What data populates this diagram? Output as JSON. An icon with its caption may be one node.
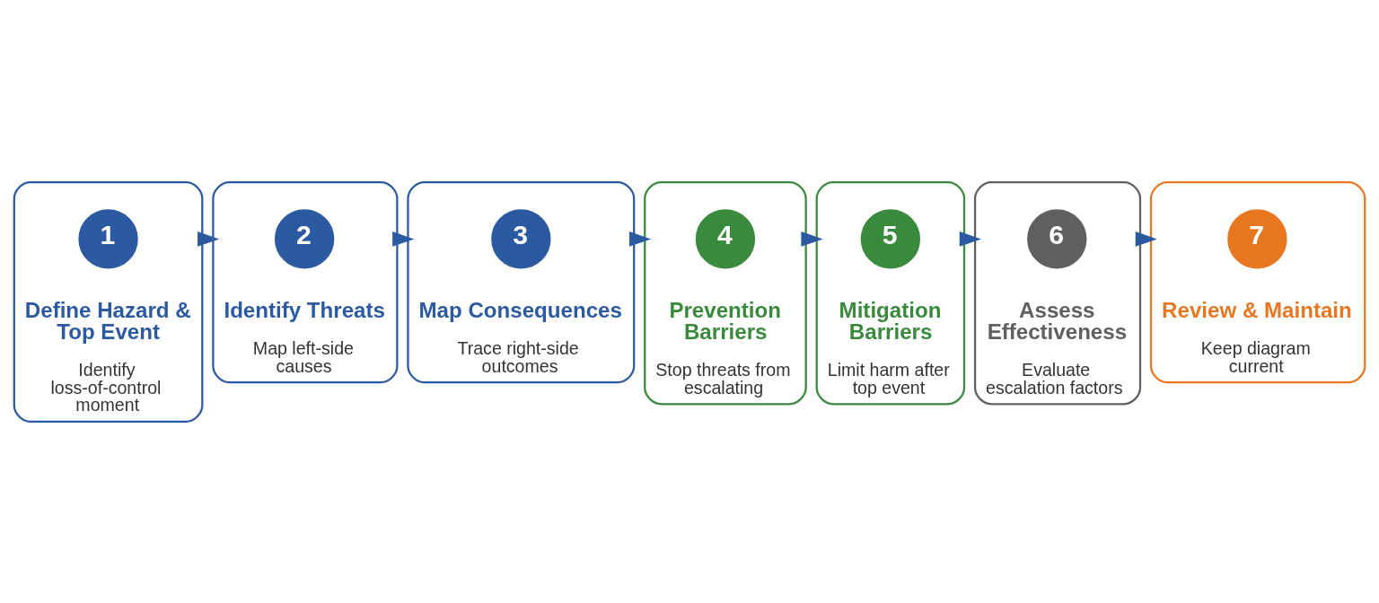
{
  "diagram": {
    "nodes": [
      {
        "text": [
          "Define Hazard & Top Event",
          "Identify loss-of-control moment"
        ]
      },
      {
        "text": [
          "1"
        ],
        "in": 0
      },
      {
        "text": [
          "Identify Threats",
          "Map left-side causes"
        ]
      },
      {
        "text": [
          "2"
        ],
        "in": 2
      },
      {
        "text": [
          "Map Consequences",
          "Trace right-side outcomes"
        ]
      },
      {
        "text": [
          "3"
        ],
        "in": 4
      },
      {
        "text": [
          "Prevention Barriers",
          "Stop threats from escalating"
        ]
      },
      {
        "text": [
          "4"
        ],
        "in": 6
      },
      {
        "text": [
          "Mitigation Barriers",
          "Limit harm after top event"
        ]
      },
      {
        "text": [
          "5"
        ],
        "in": 8
      },
      {
        "text": [
          "Assess Effectiveness",
          "Evaluate escalation factors"
        ]
      },
      {
        "text": [
          "6"
        ],
        "in": 10
      },
      {
        "text": [
          "Review & Maintain",
          "Keep diagram current"
        ]
      },
      {
        "text": [
          "7"
        ],
        "in": 12
      }
    ],
    "edges": [
      {
        "from": 0,
        "to": 2,
        "arrow": "to"
      },
      {
        "from": 2,
        "to": 4,
        "arrow": "to"
      },
      {
        "from": 4,
        "to": 6,
        "arrow": "to"
      },
      {
        "from": 6,
        "to": 8,
        "arrow": "to"
      },
      {
        "from": 8,
        "to": 10,
        "arrow": "to"
      },
      {
        "from": 10,
        "to": 12,
        "arrow": "to"
      }
    ]
  }
}
